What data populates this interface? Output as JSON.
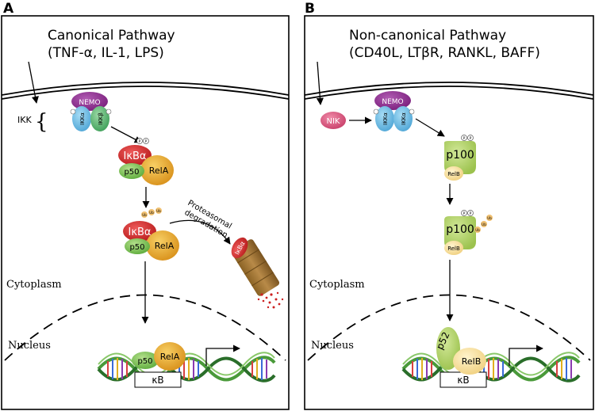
{
  "panel_a": {
    "letter": "A",
    "title_line1": "Canonical Pathway",
    "title_line2": "(TNF-α, IL-1, LPS)",
    "ikk_label": "IKK",
    "nemo": "NEMO",
    "ikka": "IKKα",
    "ikkb": "IKKβ",
    "ikba": "IκBα",
    "p50": "p50",
    "rela": "RelA",
    "p": "P",
    "ub": "Ub",
    "proteasome_text1": "Proteasomal",
    "proteasome_text2": "degradation",
    "cytoplasm": "Cytoplasm",
    "nucleus": "Nucleus",
    "kb": "κB"
  },
  "panel_b": {
    "letter": "B",
    "title_line1": "Non-canonical Pathway",
    "title_line2": "(CD40L, LTβR, RANKL, BAFF)",
    "nik": "NIK",
    "nemo": "NEMO",
    "ikka": "IKKα",
    "p100": "p100",
    "relb": "RelB",
    "p52": "p52",
    "p": "P",
    "ub": "Ub",
    "cytoplasm": "Cytoplasm",
    "nucleus": "Nucleus",
    "kb": "κB"
  },
  "colors": {
    "nemo": "#8a2a8c",
    "ikka": "#6bb8e0",
    "ikkb": "#5fb87a",
    "ikba": "#d42a2a",
    "p50": "#7cc45a",
    "rela": "#e6a82a",
    "nik": "#d85a80",
    "p100": "#b6d46a",
    "relb": "#f5e0a0",
    "ub": "#f0c070",
    "proteasome": "#a07a3a"
  }
}
